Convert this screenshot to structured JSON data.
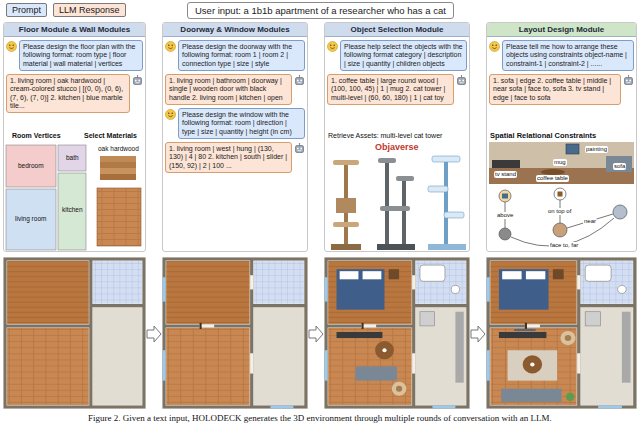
{
  "diagram": {
    "caption": "Figure 2. Given a text input, HOLODECK generates the 3D environment through multiple rounds of conversation with an LLM.",
    "nodes": [
      {
        "text": [
          "User input: a 1b1b apartment of a researcher who has a cat"
        ]
      },
      {
        "text": [
          "Floor Module & Wall Modules"
        ]
      },
      {
        "text": [
          "Please design the floor plan with the following format: room type | floor material | wall material | vertices"
        ],
        "in": 1
      },
      {
        "text": [
          "1. living room | oak hardwood | cream-colored stucco | [(0, 0), (0, 6), (7, 6), (7, 0)] 2. kitchen | blue marble tile..."
        ],
        "in": 1
      },
      {
        "text": [
          "Doorway & Window Modules"
        ]
      },
      {
        "text": [
          "Please design the doorway with the following format: room 1 | room 2 | connection type | size | style"
        ],
        "in": 4
      },
      {
        "text": [
          "1. living room | bathroom | doorway | single | wooden door with black handle 2. living room | kitchen | open"
        ],
        "in": 4
      },
      {
        "text": [
          "Please design the window with the following format: room | direction | type | size | quantity | height (in cm)"
        ],
        "in": 4
      },
      {
        "text": [
          "1. living room | west | hung | (130, 130) | 4 | 80 2. kitchen | south | slider | (150, 92) | 2 | 100 ..."
        ],
        "in": 4
      },
      {
        "text": [
          "Object Selection Module"
        ]
      },
      {
        "text": [
          "Please help select the objects with the following format category | description | size | quantity | children objects"
        ],
        "in": 9
      },
      {
        "text": [
          "1. coffee table | large round wood | (100, 100, 45) | 1 | mug 2. cat tower | multi-level | (60, 60, 180) | 1 | cat toy"
        ],
        "in": 9
      },
      {
        "text": [
          "Layout Design Module"
        ]
      },
      {
        "text": [
          "Please tell me how to arrange these objects using constraints object-name | constraint-1 | constraint-2 | ......"
        ],
        "in": 12
      },
      {
        "text": [
          "1. sofa | edge 2. coffee table | middle | near sofa | face to, sofa 3. tv stand | edge | face to sofa"
        ],
        "in": 12
      }
    ],
    "labels": [
      "Room Vertices",
      "Select Materials",
      "bedroom",
      "bath",
      "living room",
      "kitchen",
      "oak hardwood",
      "Retrieve Assets: multi-level cat tower",
      "Objaverse",
      "Spatial Relational Constraints",
      "painting",
      "mug",
      "sofa",
      "tv stand",
      "coffee table",
      "above",
      "on top of",
      "near",
      "face to, far"
    ],
    "legend": [
      {
        "text": "Prompt",
        "color": "#dae8fc"
      },
      {
        "text": "LLM Response",
        "color": "#fce4d6"
      }
    ]
  }
}
